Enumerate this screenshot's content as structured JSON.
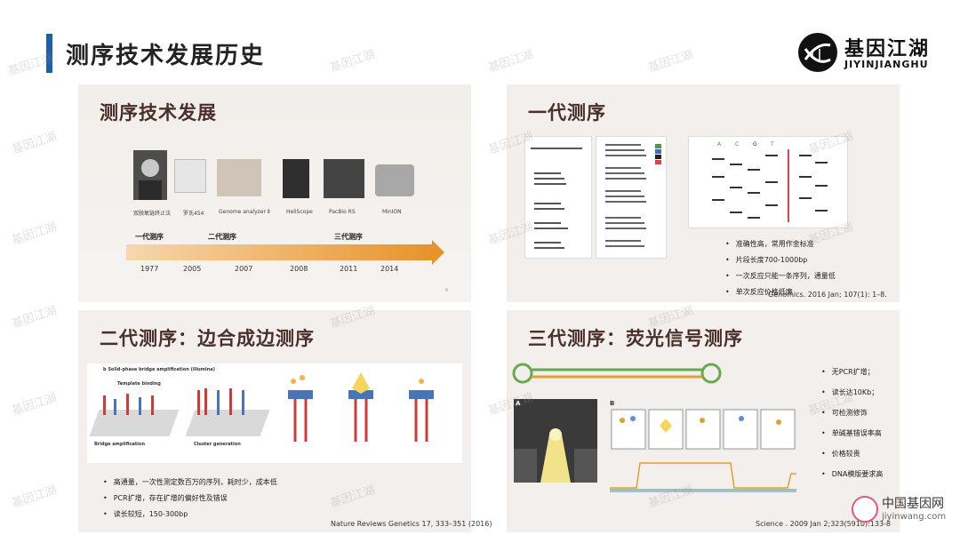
{
  "page": {
    "title": "测序技术发展历史",
    "logo_cn": "基因江湖",
    "logo_en": "JIYINJIANGHU",
    "watermark": "基因江湖",
    "site_logo_cn": "中国基因网",
    "site_logo_url": "jiyinwang.com"
  },
  "panel1": {
    "heading": "测序技术发展",
    "instruments": [
      {
        "label": "双脱氧链终止法"
      },
      {
        "label": "罗氏454"
      },
      {
        "label": "Genome analyzer Ⅱ"
      },
      {
        "label": "HeliScope"
      },
      {
        "label": "PacBio RS"
      },
      {
        "label": "MinION"
      }
    ],
    "generations": [
      "一代测序",
      "二代测序",
      "三代测序"
    ],
    "years": [
      "1977",
      "2005",
      "2007",
      "2008",
      "2011",
      "2014"
    ],
    "page_num": "4"
  },
  "panel2": {
    "heading": "一代测序",
    "bullets": [
      "准确性高，常用作金标准",
      "片段长度700-1000bp",
      "一次反应只能一条序列，通量低",
      "单次反应价格低廉"
    ],
    "citation": "Genomics. 2016 Jan; 107(1): 1–8."
  },
  "panel3": {
    "heading": "二代测序：边合成边测序",
    "figure_caption_title": "b Solid-phase bridge amplification (Illumina)",
    "figure_labels": [
      "Template binding",
      "Bridge amplification",
      "Cluster generation"
    ],
    "bullets": [
      "高通量，一次性测定数百万的序列，耗时少，成本低",
      "PCR扩增，存在扩增的偏好性及错误",
      "读长较短，150-300bp"
    ],
    "citation": "Nature Reviews Genetics 17, 333–351 (2016)"
  },
  "panel4": {
    "heading": "三代测序：荧光信号测序",
    "fig_a": "A",
    "fig_b": "B",
    "bullets": [
      "无PCR扩增；",
      "读长达10Kb；",
      "可检测修饰",
      "单碱基错误率高",
      "价格较贵",
      "DNA模版要求高"
    ],
    "citation": "Science . 2009 Jan 2;323(5910):133-8"
  },
  "colors": {
    "accent_bar": "#1f5fa8",
    "timeline_arrow": "#e7932b",
    "heading_brown": "#4a2f2a"
  }
}
